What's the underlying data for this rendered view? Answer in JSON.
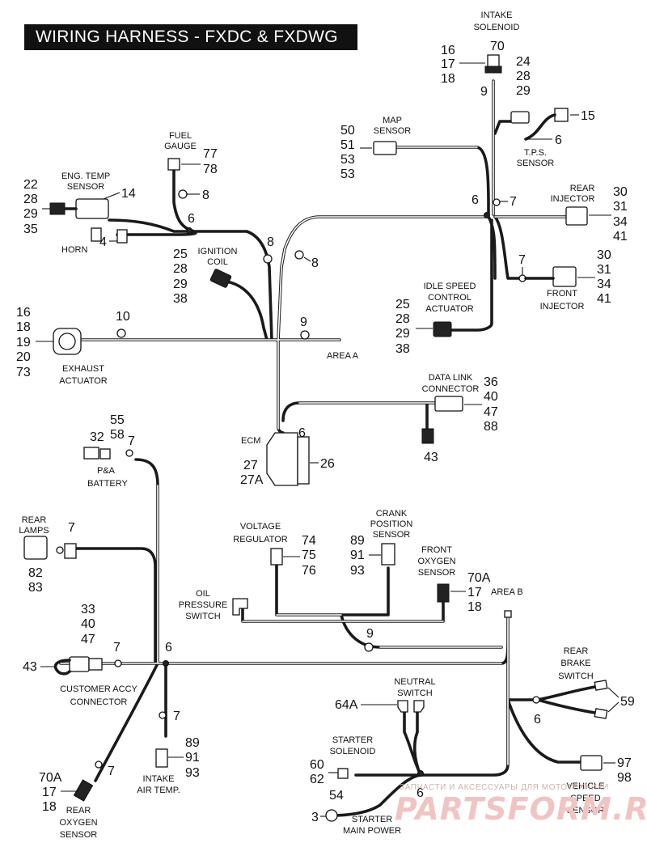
{
  "title": "WIRING HARNESS - FXDC & FXDWG",
  "watermark": {
    "caption": "ЗАПЧАСТИ И АКСЕССУАРЫ ДЛЯ МОТОТЕХНИКИ",
    "brand": "PARTSFORM.RU",
    "color": "#f1c4c4"
  },
  "components": {
    "intake_solenoid": {
      "label": [
        "INTAKE",
        "SOLENOID"
      ],
      "refs": [
        "70",
        "16",
        "17",
        "18",
        "9"
      ]
    },
    "tps_sensor": {
      "label": [
        "T.P.S.",
        "SENSOR"
      ],
      "refs": [
        "24",
        "28",
        "29",
        "15",
        "6"
      ]
    },
    "map_sensor": {
      "label": [
        "MAP",
        "SENSOR"
      ],
      "refs": [
        "50",
        "51",
        "53",
        "53"
      ]
    },
    "fuel_gauge": {
      "label": [
        "FUEL",
        "GAUGE"
      ],
      "refs": [
        "77",
        "78",
        "8"
      ]
    },
    "eng_temp_sensor": {
      "label": [
        "ENG. TEMP",
        "SENSOR"
      ],
      "refs": [
        "22",
        "28",
        "29",
        "35",
        "14"
      ]
    },
    "horn": {
      "label": [
        "HORN"
      ],
      "refs": [
        "4"
      ]
    },
    "junction_6a": {
      "refs": [
        "6"
      ]
    },
    "clip_8a": {
      "refs": [
        "8"
      ]
    },
    "clip_8b": {
      "refs": [
        "8"
      ]
    },
    "junction_6b": {
      "refs": [
        "6",
        "7"
      ]
    },
    "rear_injector": {
      "label": [
        "REAR",
        "INJECTOR"
      ],
      "refs": [
        "30",
        "31",
        "34",
        "41"
      ]
    },
    "front_injector": {
      "label": [
        "FRONT",
        "INJECTOR"
      ],
      "refs": [
        "30",
        "31",
        "34",
        "41",
        "7"
      ]
    },
    "ignition_coil": {
      "label": [
        "IGNITION",
        "COIL"
      ],
      "refs": [
        "25",
        "28",
        "29",
        "38"
      ]
    },
    "idle_speed_control_actuator": {
      "label": [
        "IDLE SPEED",
        "CONTROL",
        "ACTUATOR"
      ],
      "refs": [
        "25",
        "28",
        "29",
        "38"
      ]
    },
    "exhaust_actuator": {
      "label": [
        "EXHAUST",
        "ACTUATOR"
      ],
      "refs": [
        "16",
        "18",
        "19",
        "20",
        "73",
        "10"
      ]
    },
    "area_a": {
      "label": [
        "AREA A"
      ],
      "refs": [
        "9"
      ]
    },
    "data_link_connector": {
      "label": [
        "DATA LINK",
        "CONNECTOR"
      ],
      "refs": [
        "36",
        "40",
        "47",
        "88",
        "43"
      ]
    },
    "ecm": {
      "label": [
        "ECM"
      ],
      "refs": [
        "6",
        "27",
        "27A",
        "26"
      ]
    },
    "pa_battery": {
      "label": [
        "P&A",
        "BATTERY"
      ],
      "refs": [
        "32",
        "55",
        "58",
        "7"
      ]
    },
    "rear_lamps": {
      "label": [
        "REAR",
        "LAMPS"
      ],
      "refs": [
        "82",
        "83",
        "7"
      ]
    },
    "voltage_regulator": {
      "label": [
        "VOLTAGE",
        "REGULATOR"
      ],
      "refs": [
        "74",
        "75",
        "76"
      ]
    },
    "crank_position_sensor": {
      "label": [
        "CRANK",
        "POSITION",
        "SENSOR"
      ],
      "refs": [
        "89",
        "91",
        "93"
      ]
    },
    "front_oxygen_sensor": {
      "label": [
        "FRONT",
        "OXYGEN",
        "SENSOR"
      ],
      "refs": [
        "70A",
        "17",
        "18"
      ]
    },
    "area_b": {
      "label": [
        "AREA B"
      ]
    },
    "oil_pressure_switch": {
      "label": [
        "OIL",
        "PRESSURE",
        "SWITCH"
      ],
      "refs": [
        "9"
      ]
    },
    "customer_accy_connector": {
      "label": [
        "CUSTOMER ACCY",
        "CONNECTOR"
      ],
      "refs": [
        "33",
        "40",
        "47",
        "7",
        "6",
        "43"
      ]
    },
    "rear_brake_switch": {
      "label": [
        "REAR",
        "BRAKE",
        "SWITCH"
      ],
      "refs": [
        "59",
        "6"
      ]
    },
    "neutral_switch": {
      "label": [
        "NEUTRAL",
        "SWITCH"
      ],
      "refs": [
        "64A"
      ]
    },
    "starter_solenoid": {
      "label": [
        "STARTER",
        "SOLENOID"
      ],
      "refs": [
        "60",
        "62",
        "6"
      ]
    },
    "starter_main_power": {
      "label": [
        "STARTER",
        "MAIN POWER"
      ],
      "refs": [
        "54",
        "3"
      ]
    },
    "vehicle_speed_sensor": {
      "label": [
        "VEHICLE",
        "SPEED",
        "SENSOR"
      ],
      "refs": [
        "97",
        "98"
      ]
    },
    "intake_air_temp": {
      "label": [
        "INTAKE",
        "AIR TEMP."
      ],
      "refs": [
        "89",
        "91",
        "93",
        "7"
      ]
    },
    "rear_oxygen_sensor": {
      "label": [
        "REAR",
        "OXYGEN",
        "SENSOR"
      ],
      "refs": [
        "70A",
        "17",
        "18",
        "7"
      ]
    }
  }
}
